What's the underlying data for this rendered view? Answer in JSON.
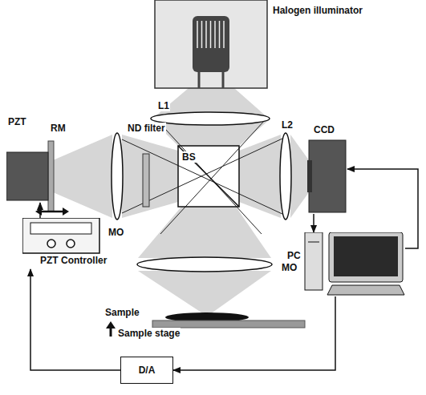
{
  "diagram": {
    "nodes": [
      {
        "text": [
          "Halogen illuminator"
        ]
      },
      {
        "text": [
          "PZT"
        ]
      },
      {
        "text": [
          "CCD"
        ]
      },
      {
        "text": [
          "PZT Controller"
        ]
      },
      {
        "text": [
          "PC"
        ]
      },
      {
        "text": [
          "D/A"
        ]
      }
    ],
    "edges": [
      {
        "from": 3,
        "to": 1,
        "arrow": "to"
      },
      {
        "from": 2,
        "to": 4,
        "arrow": "to"
      },
      {
        "from": 4,
        "to": 2,
        "arrow": "to"
      },
      {
        "from": 4,
        "to": 5,
        "arrow": "to"
      },
      {
        "from": 5,
        "to": 3,
        "arrow": "to"
      }
    ],
    "labels": [
      "L1",
      "L2",
      "RM",
      "ND filter",
      "BS",
      "MO",
      "MO",
      "Sample",
      "Sample stage"
    ]
  }
}
